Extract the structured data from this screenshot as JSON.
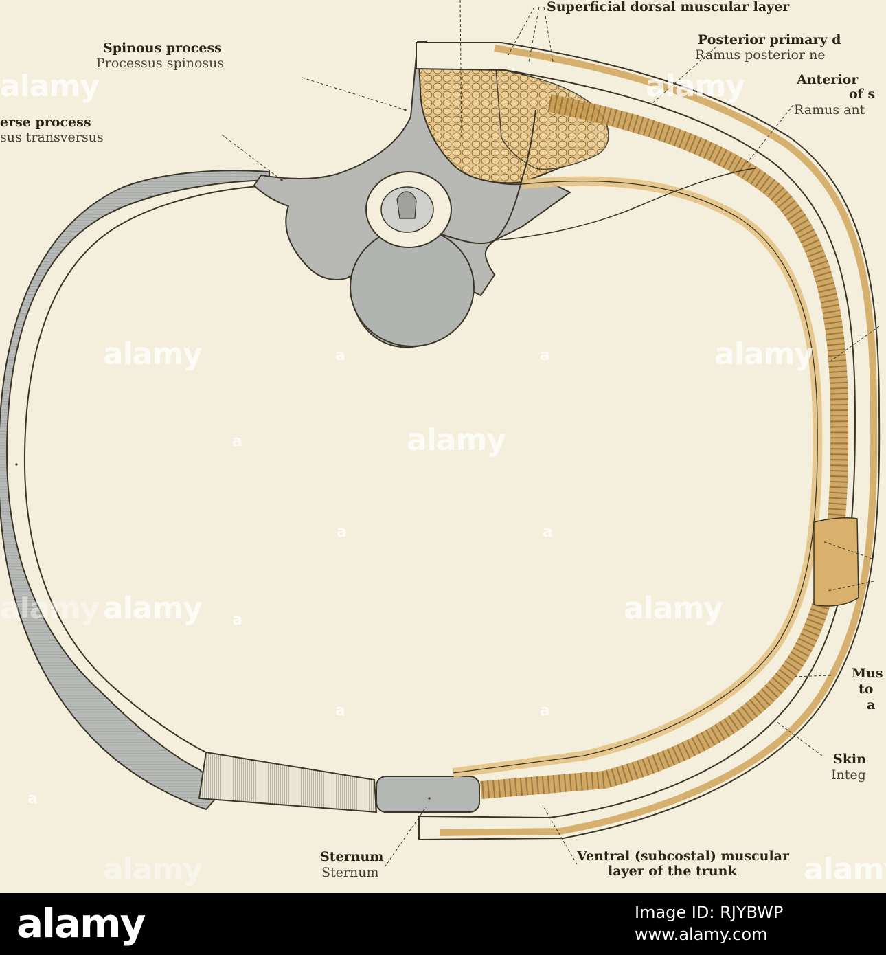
{
  "labels": {
    "superficial_dorsal": "Superficial dorsal muscular layer",
    "spinous_bold": "Spinous process",
    "spinous_latin": "Processus spinosus",
    "posterior_bold": "Posterior primary d",
    "posterior_latin": "Ramus posterior ne",
    "anterior_bold1": "Anterior",
    "anterior_bold2": "of s",
    "anterior_latin": "Ramus ant",
    "transverse_bold": "erse process",
    "transverse_latin": "sus transversus",
    "mus_1": "Mus",
    "mus_2": "to",
    "mus_3": "a",
    "skin_bold": "Skin",
    "skin_latin": "Integ",
    "sternum_bold": "Sternum",
    "sternum_latin": "Sternum",
    "ventral_1": "Ventral (subcostal) muscular",
    "ventral_2": "layer of the trunk"
  },
  "watermark": "alamy",
  "footer": {
    "logo": "alamy",
    "image_id": "Image ID: RJYBWP",
    "url": "www.alamy.com"
  },
  "colors": {
    "paper": "#f3efdc",
    "bone": "#b4b6b3",
    "muscle": "#d8b578",
    "line": "#4a4230"
  }
}
